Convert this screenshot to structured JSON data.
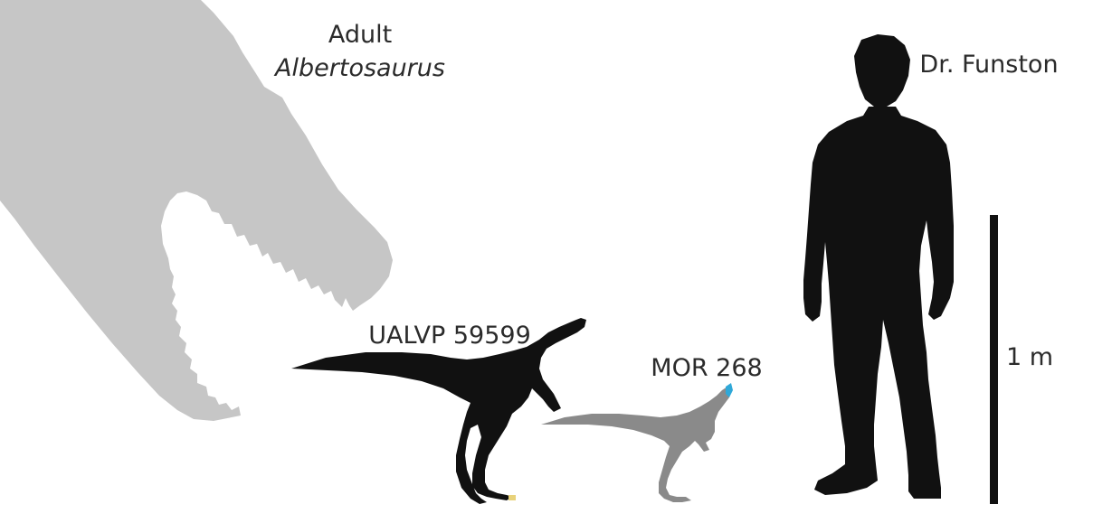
{
  "labels": {
    "adult_line1": "Adult",
    "adult_line2": "Albertosaurus",
    "ualvp": "UALVP 59599",
    "mor": "MOR 268",
    "human": "Dr. Funston",
    "scale": "1 m"
  },
  "colors": {
    "adult_silhouette": "#c6c6c6",
    "ualvp_silhouette": "#111111",
    "mor_silhouette": "#8a8a8a",
    "human_silhouette": "#111111",
    "scale_bar": "#111111",
    "ualvp_accent": "#e8d27a",
    "mor_accent": "#2fa8d8"
  }
}
